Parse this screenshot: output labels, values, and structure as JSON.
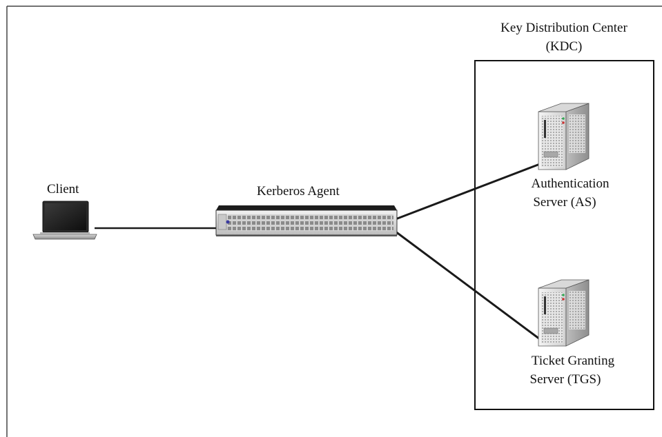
{
  "client": {
    "label": "Client",
    "icon": "laptop-icon"
  },
  "agent": {
    "label": "Kerberos Agent",
    "icon": "network-switch-icon"
  },
  "kdc": {
    "title_line1": "Key Distribution Center",
    "title_line2": "(KDC)"
  },
  "servers": {
    "as": {
      "label_line1": "Authentication",
      "label_line2": "Server (AS)",
      "icon": "server-tower-icon"
    },
    "tgs": {
      "label_line1": "Ticket Granting",
      "label_line2": "Server (TGS)",
      "icon": "server-tower-icon"
    }
  },
  "colors": {
    "line": "#1a1a1a",
    "border": "#444444"
  }
}
